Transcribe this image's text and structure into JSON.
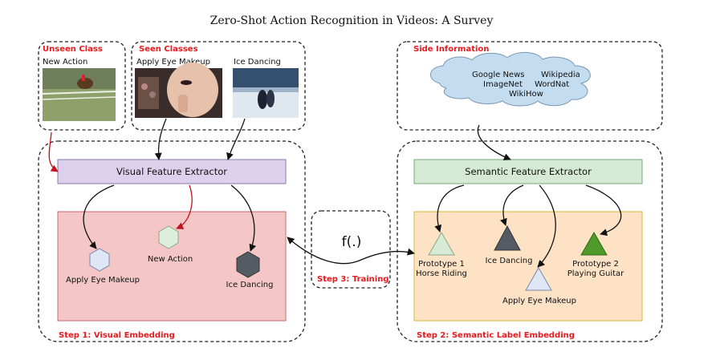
{
  "title": "Zero-Shot Action Recognition in Videos: A Survey",
  "unseen": {
    "heading": "Unseen Class",
    "item": "New Action"
  },
  "seen": {
    "heading": "Seen Classes",
    "items": [
      "Apply Eye Makeup",
      "Ice Dancing"
    ]
  },
  "side": {
    "heading": "Side Information",
    "sources": [
      "Google News",
      "Wikipedia",
      "ImageNet",
      "WordNat",
      "WikiHow"
    ]
  },
  "visual": {
    "extractor": "Visual Feature Extractor",
    "step": "Step 1: Visual Embedding",
    "nodes": [
      "Apply Eye Makeup",
      "New Action",
      "Ice Dancing"
    ]
  },
  "semantic": {
    "extractor": "Semantic Feature Extractor",
    "step": "Step 2: Semantic Label Embedding",
    "proto1": [
      "Prototype 1",
      "Horse Riding"
    ],
    "ice": "Ice Dancing",
    "proto2": [
      "Prototype 2",
      "Playing Guitar"
    ],
    "eye": "Apply Eye Makeup"
  },
  "training": {
    "func": "f(.)",
    "step": "Step 3: Training"
  },
  "colors": {
    "visual_box": "#f4c6c6",
    "semantic_box": "#fde2c6",
    "extractor_visual": "#ddd0ec",
    "extractor_semantic": "#d4ead4",
    "cloud": "#c4dcf0",
    "accent_red": "#e8191e"
  }
}
